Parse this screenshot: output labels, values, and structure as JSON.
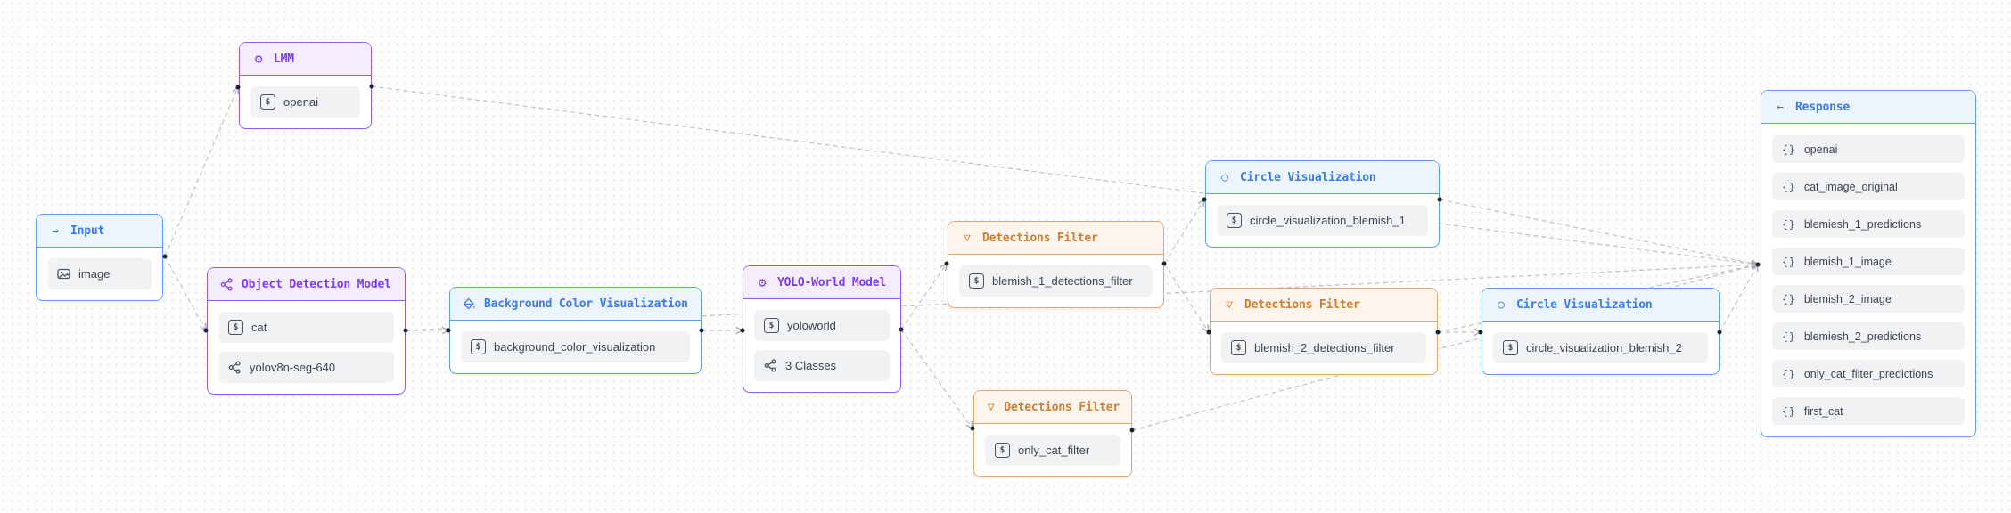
{
  "canvas": {
    "background_color": "#fdfdfd",
    "grid_dot_color": "#e4e5e7",
    "edge_color": "#bfc3c9",
    "port_color": "#1c2430"
  },
  "palette": {
    "purple_border": "#8f5cf0",
    "purple_text": "#7d3bec",
    "purple_header_bg": "#f4edfe",
    "blue_border": "#5f9cf5",
    "blue_text": "#3d7ce8",
    "blue_header_bg": "#ecf4fd",
    "orange_border": "#e4a768",
    "orange_text": "#ce7f33",
    "orange_header_bg": "#fdf5eb",
    "item_bg": "#f1f2f4",
    "item_text": "#3d4450"
  },
  "icons": {
    "arrow_right": "→",
    "arrow_left": "←",
    "funnel": "▽",
    "circle": "○",
    "gear": "⚙",
    "param": "$",
    "braces": "{}"
  },
  "nodes": {
    "input": {
      "title": "Input",
      "icon": "arrow-right-icon",
      "items": [
        {
          "icon": "image-icon",
          "label": "image"
        }
      ]
    },
    "lmm": {
      "title": "LMM",
      "icon": "model-gear-icon",
      "items": [
        {
          "icon": "parameter-icon",
          "label": "openai"
        }
      ]
    },
    "object_detection_model": {
      "title": "Object Detection Model",
      "icon": "network-icon",
      "items": [
        {
          "icon": "parameter-icon",
          "label": "cat"
        },
        {
          "icon": "network-icon",
          "label": "yolov8n-seg-640"
        }
      ]
    },
    "background_color_visualization": {
      "title": "Background Color Visualization",
      "icon": "paint-bucket-icon",
      "items": [
        {
          "icon": "parameter-icon",
          "label": "background_color_visualization"
        }
      ]
    },
    "yolo_world_model": {
      "title": "YOLO-World Model",
      "icon": "model-gear-icon",
      "items": [
        {
          "icon": "parameter-icon",
          "label": "yoloworld"
        },
        {
          "icon": "network-icon",
          "label": "3 Classes"
        }
      ]
    },
    "detections_filter_1": {
      "title": "Detections Filter",
      "icon": "funnel-icon",
      "items": [
        {
          "icon": "parameter-icon",
          "label": "blemish_1_detections_filter"
        }
      ]
    },
    "detections_filter_2": {
      "title": "Detections Filter",
      "icon": "funnel-icon",
      "items": [
        {
          "icon": "parameter-icon",
          "label": "blemish_2_detections_filter"
        }
      ]
    },
    "detections_filter_only_cat": {
      "title": "Detections Filter",
      "icon": "funnel-icon",
      "items": [
        {
          "icon": "parameter-icon",
          "label": "only_cat_filter"
        }
      ]
    },
    "circle_visualization_1": {
      "title": "Circle Visualization",
      "icon": "circle-icon",
      "items": [
        {
          "icon": "parameter-icon",
          "label": "circle_visualization_blemish_1"
        }
      ]
    },
    "circle_visualization_2": {
      "title": "Circle Visualization",
      "icon": "circle-icon",
      "items": [
        {
          "icon": "parameter-icon",
          "label": "circle_visualization_blemish_2"
        }
      ]
    },
    "response": {
      "title": "Response",
      "icon": "arrow-left-icon",
      "items": [
        {
          "icon": "braces-icon",
          "label": "openai"
        },
        {
          "icon": "braces-icon",
          "label": "cat_image_original"
        },
        {
          "icon": "braces-icon",
          "label": "blemiesh_1_predictions"
        },
        {
          "icon": "braces-icon",
          "label": "blemish_1_image"
        },
        {
          "icon": "braces-icon",
          "label": "blemish_2_image"
        },
        {
          "icon": "braces-icon",
          "label": "blemiesh_2_predictions"
        },
        {
          "icon": "braces-icon",
          "label": "only_cat_filter_predictions"
        },
        {
          "icon": "braces-icon",
          "label": "first_cat"
        }
      ]
    }
  }
}
